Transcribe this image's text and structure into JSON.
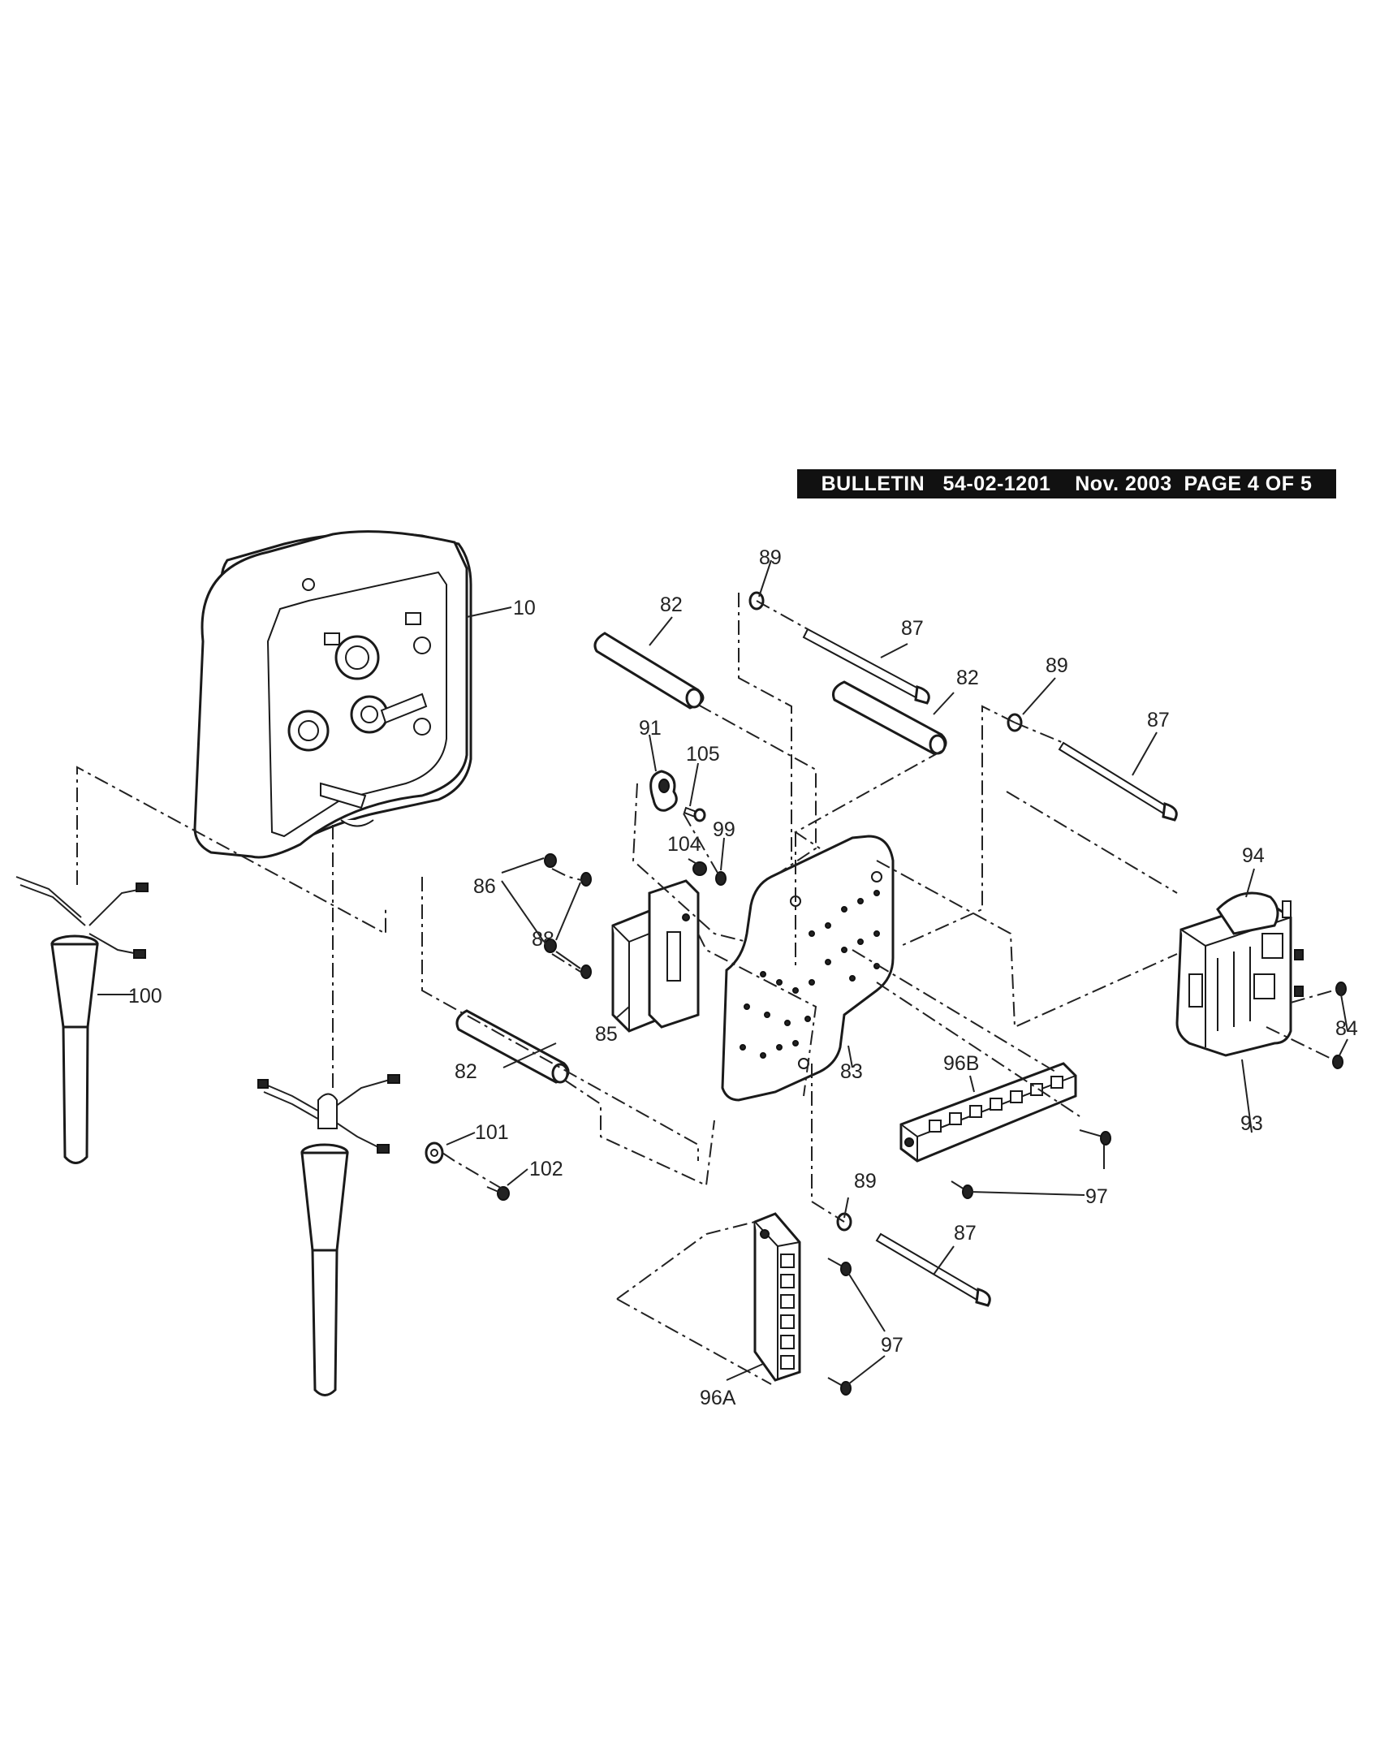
{
  "header": {
    "text": "BULLETIN   54-02-1201    Nov. 2003  PAGE 4 OF 5"
  },
  "callouts": {
    "c10": "10",
    "c82a": "82",
    "c82b": "82",
    "c82c": "82",
    "c83": "83",
    "c84": "84",
    "c85": "85",
    "c86": "86",
    "c87a": "87",
    "c87b": "87",
    "c87c": "87",
    "c88": "88",
    "c89a": "89",
    "c89b": "89",
    "c89c": "89",
    "c91": "91",
    "c93": "93",
    "c94": "94",
    "c96a": "96A",
    "c96b": "96B",
    "c97a": "97",
    "c97b": "97",
    "c99": "99",
    "c100": "100",
    "c101": "101",
    "c102": "102",
    "c104": "104",
    "c105": "105"
  }
}
